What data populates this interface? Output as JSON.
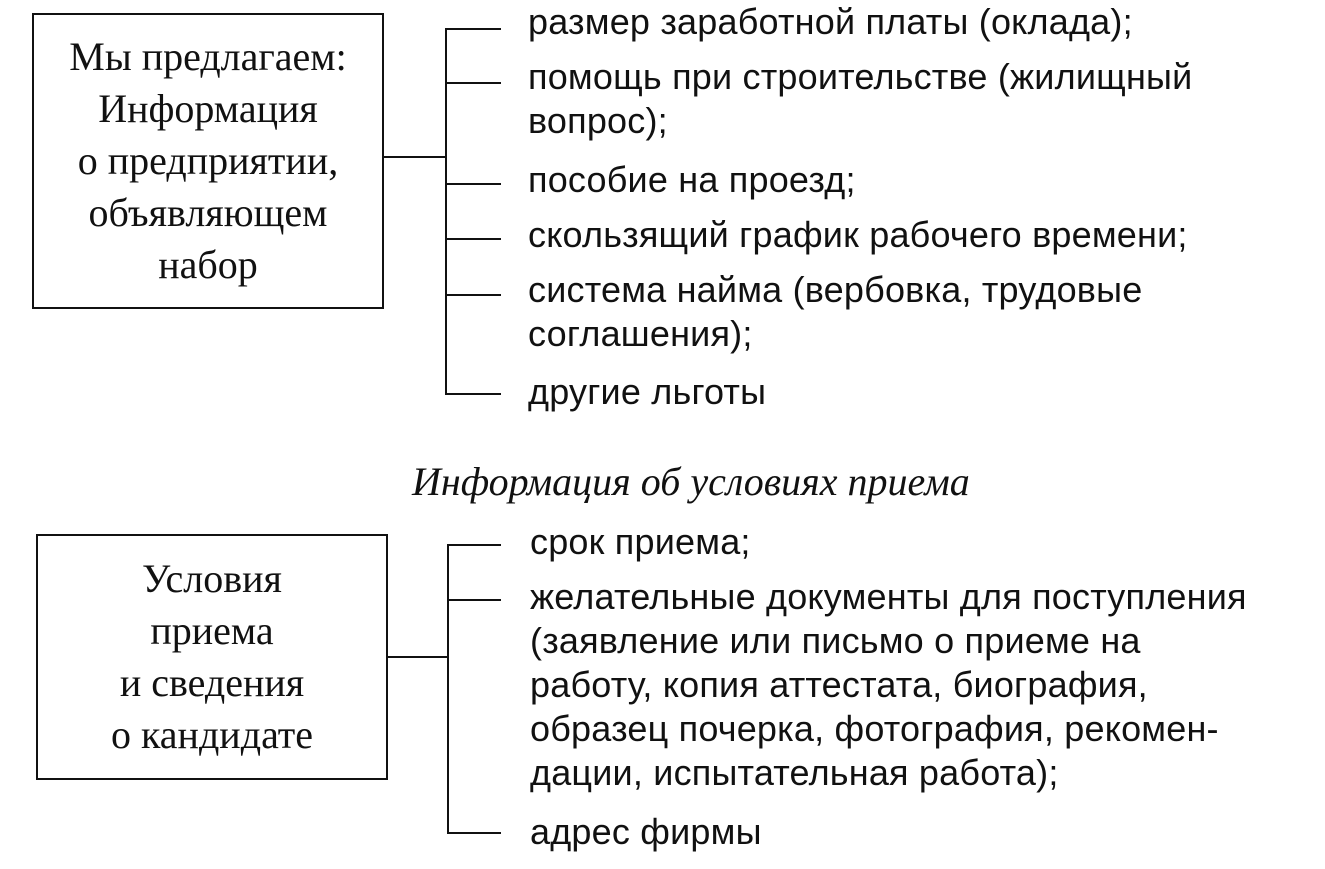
{
  "block1": {
    "box_text": "Мы предлагаем:\nИнформация\nо предприятии,\nобъявляющем\nнабор",
    "items": [
      "размер заработной платы (оклада);",
      "помощь при строительстве (жилищный\nвопрос);",
      "пособие на проезд;",
      "скользящий график рабочего времени;",
      "система найма (вербовка, трудовые\nсоглашения);",
      "другие льготы"
    ]
  },
  "caption": "Информация об условиях приема",
  "block2": {
    "box_text": "Условия\nприема\nи сведения\nо кандидате",
    "items": [
      "срок приема;",
      "желательные документы для поступления\n(заявление или письмо о приеме на\nработу, копия аттестата, биография,\nобразец почерка, фотография, рекомен-\nдации, испытательная работа);",
      "адрес фирмы"
    ]
  }
}
